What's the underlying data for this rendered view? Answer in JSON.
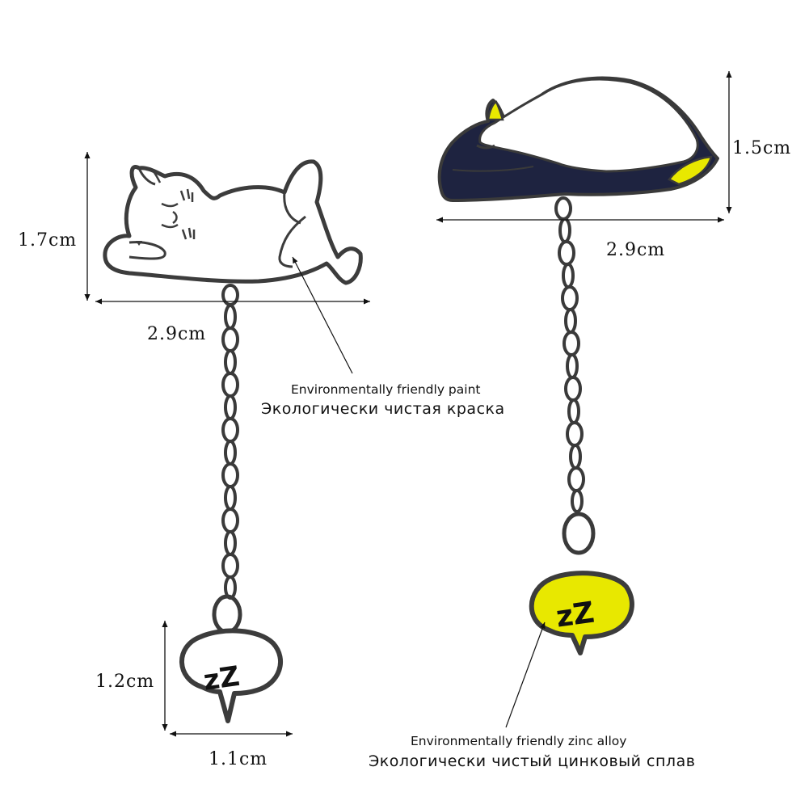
{
  "cat_pin": {
    "height_label": "1.7cm",
    "width_label": "2.9cm",
    "charm_height_label": "1.2cm",
    "charm_width_label": "1.1cm",
    "charm_text": "zZ"
  },
  "penguin_pin": {
    "height_label": "1.5cm",
    "width_label": "2.9cm",
    "charm_text": "zZ"
  },
  "notes": {
    "paint_en": "Environmentally friendly paint",
    "paint_ru": "Экологически чистая краска",
    "alloy_en": "Environmentally friendly zinc alloy",
    "alloy_ru": "Экологически чистый цинковый сплав"
  },
  "colors": {
    "metal": "#3c3c3c",
    "enamel_white": "#ffffff",
    "penguin_navy": "#1e2340",
    "accent_yellow": "#e8e800"
  }
}
